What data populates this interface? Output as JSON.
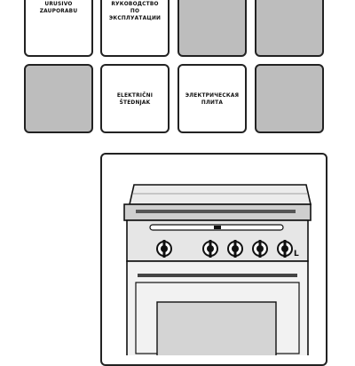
{
  "tiles": [
    {
      "label": "URUSIVO\nZAUPORABU",
      "shaded": false
    },
    {
      "label": "RУКОВОДСТВО\nПО\nЭКСПЛУАТАЦИИ",
      "shaded": false
    },
    {
      "label": "",
      "shaded": true
    },
    {
      "label": "",
      "shaded": true
    },
    {
      "label": "",
      "shaded": true
    },
    {
      "label": "ELEKTRIČNI\nŠTEDNJAK",
      "shaded": false
    },
    {
      "label": "ЭЛЕКТРИЧЕСКАЯ\nПЛИТА",
      "shaded": false
    },
    {
      "label": "",
      "shaded": true
    }
  ],
  "colors": {
    "tile_shaded": "#bdbdbd",
    "outline": "#222222",
    "appliance_body": "#f2f2f2",
    "oven_window": "#d4d4d4"
  },
  "illustration": {
    "subject": "electric-cooker-icon",
    "knob_count": 5
  }
}
